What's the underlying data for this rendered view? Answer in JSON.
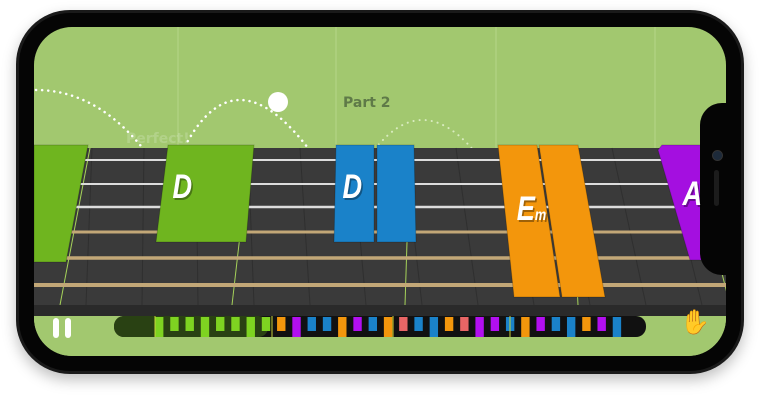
{
  "section_label": "Part 2",
  "feedback_text": "Perfect!",
  "chords": [
    {
      "name": "D",
      "color": "#6fb51f"
    },
    {
      "name": "D",
      "color": "#1a82c9"
    },
    {
      "name": "Em",
      "color": "#f3960c"
    },
    {
      "name": "A",
      "color": "#a40fe0"
    }
  ],
  "colors": {
    "background": "#a2c86f",
    "fretboard": "#3a3a3a",
    "progress_played": "#2e4a14"
  },
  "timeline": {
    "progress_percent": 29,
    "notes": [
      "#7ed321",
      "#7ed321",
      "#7ed321",
      "#7ed321",
      "#7ed321",
      "#7ed321",
      "#7ed321",
      "#7ed321",
      "#f3960c",
      "#b20ff0",
      "#1a82c9",
      "#1a82c9",
      "#f3960c",
      "#b20ff0",
      "#1a82c9",
      "#f3960c",
      "#e86565",
      "#1a82c9",
      "#1a82c9",
      "#f3960c",
      "#e86565",
      "#b20ff0",
      "#b20ff0",
      "#1a82c9",
      "#f3960c",
      "#b20ff0",
      "#1a82c9",
      "#1a82c9",
      "#f3960c",
      "#b20ff0",
      "#1a82c9"
    ]
  },
  "controls": {
    "pause_icon": "pause-icon",
    "hand_icon": "hand-icon"
  }
}
